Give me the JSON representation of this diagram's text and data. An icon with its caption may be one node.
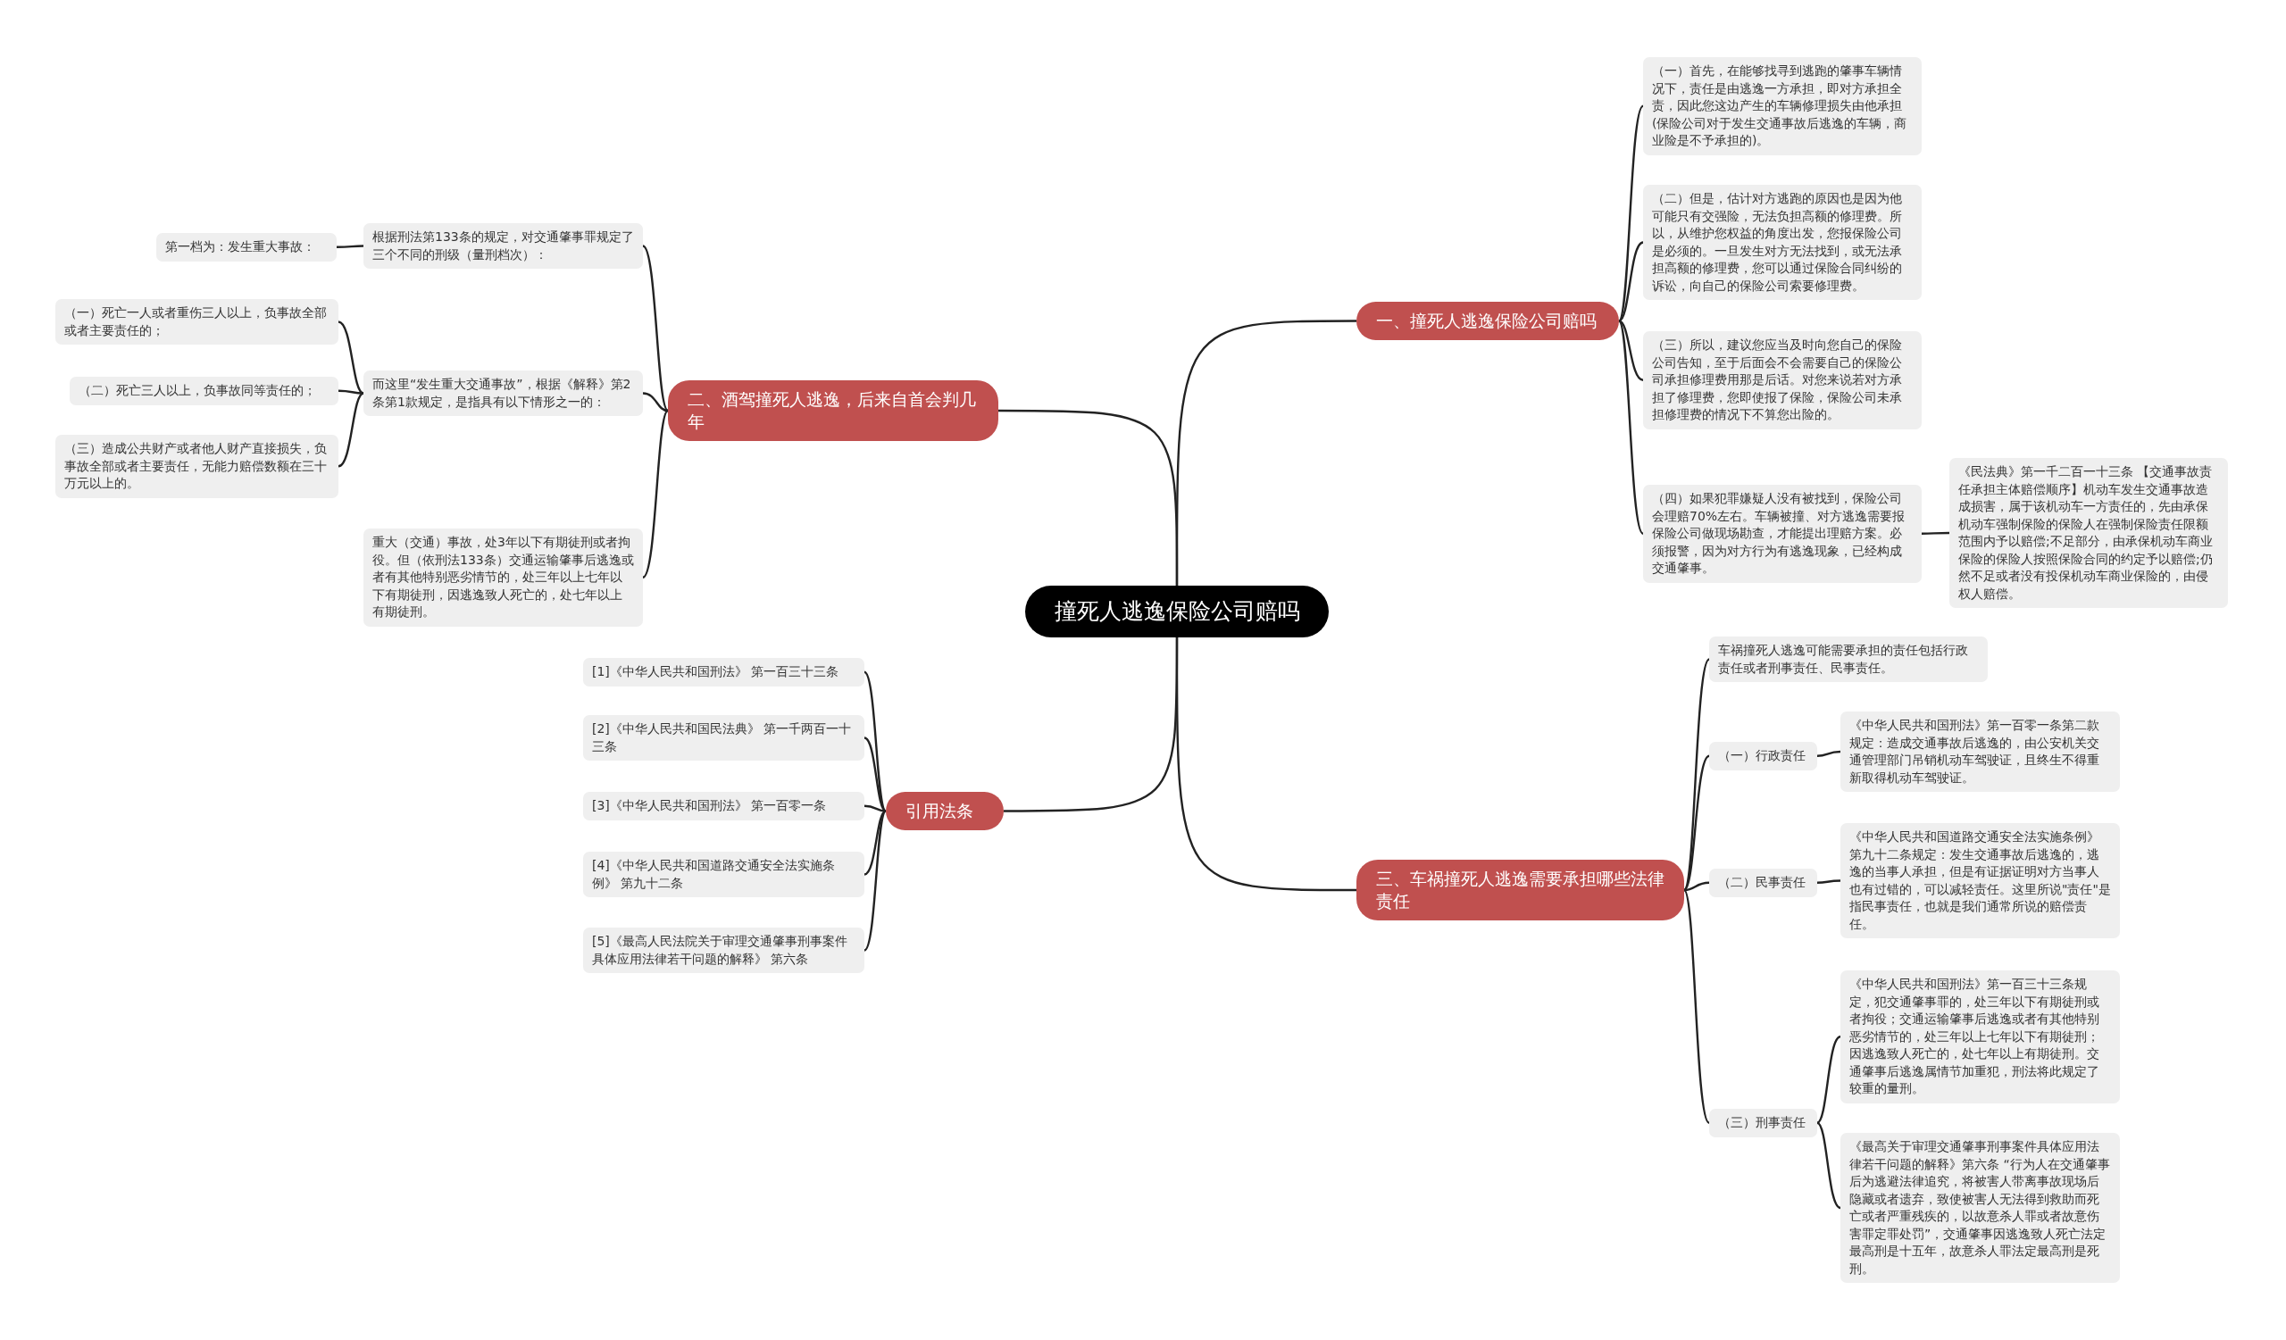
{
  "diagram": {
    "nodes": [
      {
        "text": [
          "撞死人逃逸保险公司赔吗"
        ]
      },
      {
        "text": [
          "一、撞死人逃逸保险公司赔吗"
        ]
      },
      {
        "text": [
          "（一）首先，在能够找寻到逃跑的肇事车辆情况下，责任是由逃逸一方承担，即对方承担全责，因此您这边产生的车辆修理损失由他承担(保险公司对于发生交通事故后逃逸的车辆，商业险是不予承担的)。"
        ]
      },
      {
        "text": [
          "（二）但是，估计对方逃跑的原因也是因为他可能只有交强险，无法负担高额的修理费。所以，从维护您权益的角度出发，您报保险公司是必须的。一旦发生对方无法找到，或无法承担高额的修理费，您可以通过保险合同纠纷的诉讼，向自己的保险公司索要修理费。"
        ]
      },
      {
        "text": [
          "（三）所以，建议您应当及时向您自己的保险公司告知，至于后面会不会需要自己的保险公司承担修理费用那是后话。对您来说若对方承担了修理费，您即使报了保险，保险公司未承担修理费的情况下不算您出险的。"
        ]
      },
      {
        "text": [
          "（四）如果犯罪嫌疑人没有被找到，保险公司会理赔70%左右。车辆被撞、对方逃逸需要报保险公司做现场勘查，才能提出理赔方案。必须报警，因为对方行为有逃逸现象，已经构成交通肇事。"
        ]
      },
      {
        "text": [
          "《民法典》第一千二百一十三条 【交通事故责任承担主体赔偿顺序】机动车发生交通事故造成损害，属于该机动车一方责任的，先由承保机动车强制保险的保险人在强制保险责任限额范围内予以赔偿;不足部分，由承保机动车商业保险的保险人按照保险合同的约定予以赔偿;仍然不足或者没有投保机动车商业保险的，由侵权人赔偿。"
        ]
      },
      {
        "text": [
          "二、酒驾撞死人逃逸，后来自首会判几年"
        ]
      },
      {
        "text": [
          "根据刑法第133条的规定，对交通肇事罪规定了三个不同的刑级（量刑档次）："
        ]
      },
      {
        "text": [
          "第一档为：发生重大事故："
        ]
      },
      {
        "text": [
          "而这里“发生重大交通事故”，根据《解释》第2条第1款规定，是指具有以下情形之一的："
        ]
      },
      {
        "text": [
          "（一）死亡一人或者重伤三人以上，负事故全部或者主要责任的；"
        ]
      },
      {
        "text": [
          "（二）死亡三人以上，负事故同等责任的；"
        ]
      },
      {
        "text": [
          "（三）造成公共财产或者他人财产直接损失，负事故全部或者主要责任，无能力赔偿数额在三十万元以上的。"
        ]
      },
      {
        "text": [
          "重大（交通）事故，处3年以下有期徒刑或者拘役。但（依刑法133条）交通运输肇事后逃逸或者有其他特别恶劣情节的，处三年以上七年以下有期徒刑，因逃逸致人死亡的，处七年以上有期徒刑。"
        ]
      },
      {
        "text": [
          "引用法条"
        ]
      },
      {
        "text": [
          "[1]《中华人民共和国刑法》 第一百三十三条"
        ]
      },
      {
        "text": [
          "[2]《中华人民共和国民法典》 第一千两百一十三条"
        ]
      },
      {
        "text": [
          "[3]《中华人民共和国刑法》 第一百零一条"
        ]
      },
      {
        "text": [
          "[4]《中华人民共和国道路交通安全法实施条例》 第九十二条"
        ]
      },
      {
        "text": [
          "[5]《最高人民法院关于审理交通肇事刑事案件具体应用法律若干问题的解释》 第六条"
        ]
      },
      {
        "text": [
          "三、车祸撞死人逃逸需要承担哪些法律责任"
        ]
      },
      {
        "text": [
          "车祸撞死人逃逸可能需要承担的责任包括行政责任或者刑事责任、民事责任。"
        ]
      },
      {
        "text": [
          "（一）行政责任"
        ]
      },
      {
        "text": [
          "《中华人民共和国刑法》第一百零一条第二款规定：造成交通事故后逃逸的，由公安机关交通管理部门吊销机动车驾驶证，且终生不得重新取得机动车驾驶证。"
        ]
      },
      {
        "text": [
          "（二）民事责任"
        ]
      },
      {
        "text": [
          "《中华人民共和国道路交通安全法实施条例》第九十二条规定：发生交通事故后逃逸的，逃逸的当事人承担，但是有证据证明对方当事人也有过错的，可以减轻责任。这里所说\"责任\"是指民事责任，也就是我们通常所说的赔偿责任。"
        ]
      },
      {
        "text": [
          "（三）刑事责任"
        ]
      },
      {
        "text": [
          "《中华人民共和国刑法》第一百三十三条规定，犯交通肇事罪的，处三年以下有期徒刑或者拘役；交通运输肇事后逃逸或者有其他特别恶劣情节的，处三年以上七年以下有期徒刑；因逃逸致人死亡的，处七年以上有期徒刑。交通肇事后逃逸属情节加重犯，刑法将此规定了较重的量刑。"
        ]
      },
      {
        "text": [
          "《最高关于审理交通肇事刑事案件具体应用法律若干问题的解释》第六条 “行为人在交通肇事后为逃避法律追究，将被害人带离事故现场后隐藏或者遗弃，致使被害人无法得到救助而死亡或者严重残疾的，以故意杀人罪或者故意伤害罪定罪处罚”，交通肇事因逃逸致人死亡法定最高刑是十五年，故意杀人罪法定最高刑是死刑。"
        ]
      }
    ],
    "edges": [
      {
        "from": 0,
        "to": 1,
        "arrow": "none"
      },
      {
        "from": 1,
        "to": 2,
        "arrow": "none"
      },
      {
        "from": 1,
        "to": 3,
        "arrow": "none"
      },
      {
        "from": 1,
        "to": 4,
        "arrow": "none"
      },
      {
        "from": 1,
        "to": 5,
        "arrow": "none"
      },
      {
        "from": 5,
        "to": 6,
        "arrow": "none"
      },
      {
        "from": 0,
        "to": 7,
        "arrow": "none"
      },
      {
        "from": 7,
        "to": 8,
        "arrow": "none"
      },
      {
        "from": 8,
        "to": 9,
        "arrow": "none"
      },
      {
        "from": 7,
        "to": 10,
        "arrow": "none"
      },
      {
        "from": 10,
        "to": 11,
        "arrow": "none"
      },
      {
        "from": 10,
        "to": 12,
        "arrow": "none"
      },
      {
        "from": 10,
        "to": 13,
        "arrow": "none"
      },
      {
        "from": 7,
        "to": 14,
        "arrow": "none"
      },
      {
        "from": 0,
        "to": 15,
        "arrow": "none"
      },
      {
        "from": 15,
        "to": 16,
        "arrow": "none"
      },
      {
        "from": 15,
        "to": 17,
        "arrow": "none"
      },
      {
        "from": 15,
        "to": 18,
        "arrow": "none"
      },
      {
        "from": 15,
        "to": 19,
        "arrow": "none"
      },
      {
        "from": 15,
        "to": 20,
        "arrow": "none"
      },
      {
        "from": 0,
        "to": 21,
        "arrow": "none"
      },
      {
        "from": 21,
        "to": 22,
        "arrow": "none"
      },
      {
        "from": 21,
        "to": 23,
        "arrow": "none"
      },
      {
        "from": 23,
        "to": 24,
        "arrow": "none"
      },
      {
        "from": 21,
        "to": 25,
        "arrow": "none"
      },
      {
        "from": 25,
        "to": 26,
        "arrow": "none"
      },
      {
        "from": 21,
        "to": 27,
        "arrow": "none"
      },
      {
        "from": 27,
        "to": 28,
        "arrow": "none"
      },
      {
        "from": 27,
        "to": 29,
        "arrow": "none"
      }
    ]
  }
}
